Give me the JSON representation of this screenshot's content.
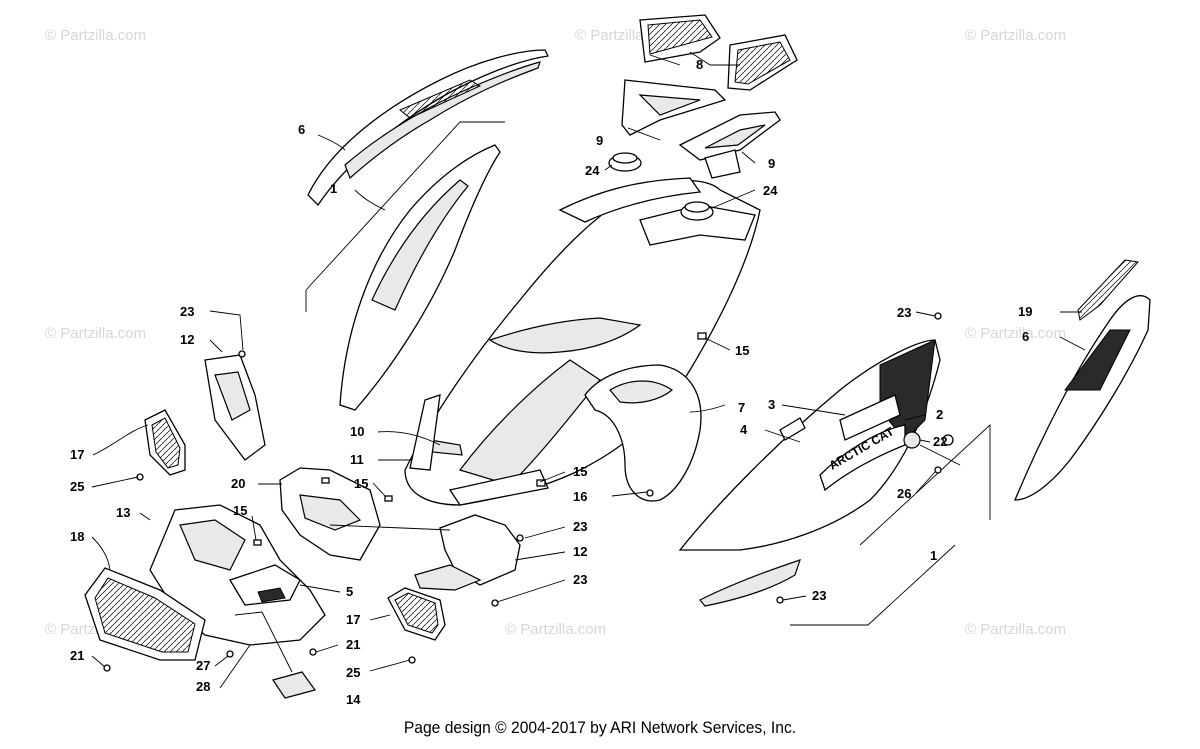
{
  "watermark": {
    "text": "© Partzilla.com"
  },
  "footer": {
    "text": "Page design © 2004-2017 by ARI Network Services, Inc."
  },
  "decal_text": "ARCTIC CAT",
  "callouts": {
    "c1a": "1",
    "c1b": "1",
    "c2": "2",
    "c3": "3",
    "c4": "4",
    "c5": "5",
    "c6a": "6",
    "c6b": "6",
    "c7": "7",
    "c8": "8",
    "c9a": "9",
    "c9b": "9",
    "c10": "10",
    "c11": "11",
    "c12a": "12",
    "c12b": "12",
    "c13": "13",
    "c14": "14",
    "c15a": "15",
    "c15b": "15",
    "c15c": "15",
    "c15d": "15",
    "c16": "16",
    "c17a": "17",
    "c17b": "17",
    "c18": "18",
    "c19": "19",
    "c20": "20",
    "c21a": "21",
    "c21b": "21",
    "c22": "22",
    "c23a": "23",
    "c23b": "23",
    "c23c": "23",
    "c23d": "23",
    "c23e": "23",
    "c24a": "24",
    "c24b": "24",
    "c25a": "25",
    "c25b": "25",
    "c26": "26",
    "c27": "27",
    "c28": "28"
  }
}
